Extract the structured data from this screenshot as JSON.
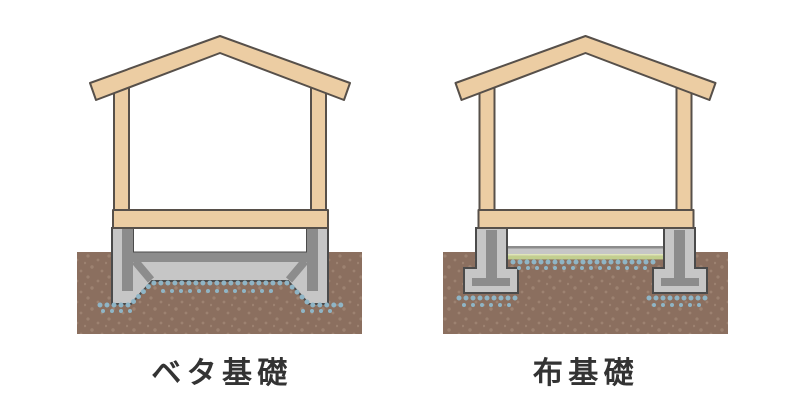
{
  "figures": [
    {
      "id": "beta-kiso",
      "label": "ベタ基礎",
      "foundation_type": "mat"
    },
    {
      "id": "nuno-kiso",
      "label": "布基礎",
      "foundation_type": "strip"
    }
  ],
  "colors": {
    "wood": "#eccda3",
    "wood_outline": "#57504a",
    "concrete": "#c6c6c6",
    "concrete_shadow": "#8c8c8c",
    "concrete_outline": "#4b4b4b",
    "soil": "#8b6f5f",
    "soil_dot": "#9d8271",
    "gravel": "#8fb5c6",
    "vapor_sheet_green": "#c2cf8e",
    "vapor_sheet_green_light": "#dfe6b8",
    "label_text": "#333333",
    "page_bg": "#ffffff"
  }
}
